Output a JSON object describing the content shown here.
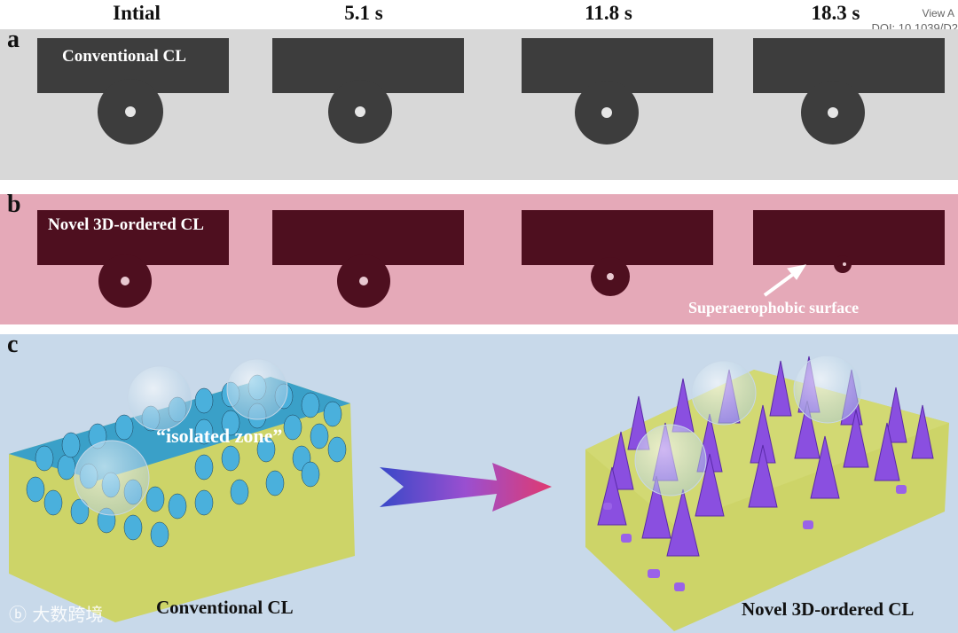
{
  "header": {
    "times": [
      "Intial",
      "5.1 s",
      "11.8 s",
      "18.3 s"
    ],
    "view_text": "View A",
    "doi": "DOI: 10.1039/D2"
  },
  "panel_a": {
    "letter": "a",
    "caption": "Conventional CL"
  },
  "panel_b": {
    "letter": "b",
    "caption": "Novel 3D-ordered CL",
    "annotation": "Superaerophobic surface"
  },
  "panel_c": {
    "letter": "c",
    "left_label": "Conventional CL",
    "right_label": "Novel 3D-ordered CL",
    "zone_label": "“isolated zone”"
  },
  "watermark": "大数跨境",
  "colors": {
    "panel_a_bg": "#d8d8d8",
    "panel_b_bg": "#e5a9b8",
    "panel_c_bg": "#c8d9ea",
    "electrode_a": "#3d3d3d",
    "electrode_b": "#4e0f1f",
    "substrate": "#d8e07a",
    "cones": "#8a4fe0",
    "pillars": "#4aaed8"
  }
}
